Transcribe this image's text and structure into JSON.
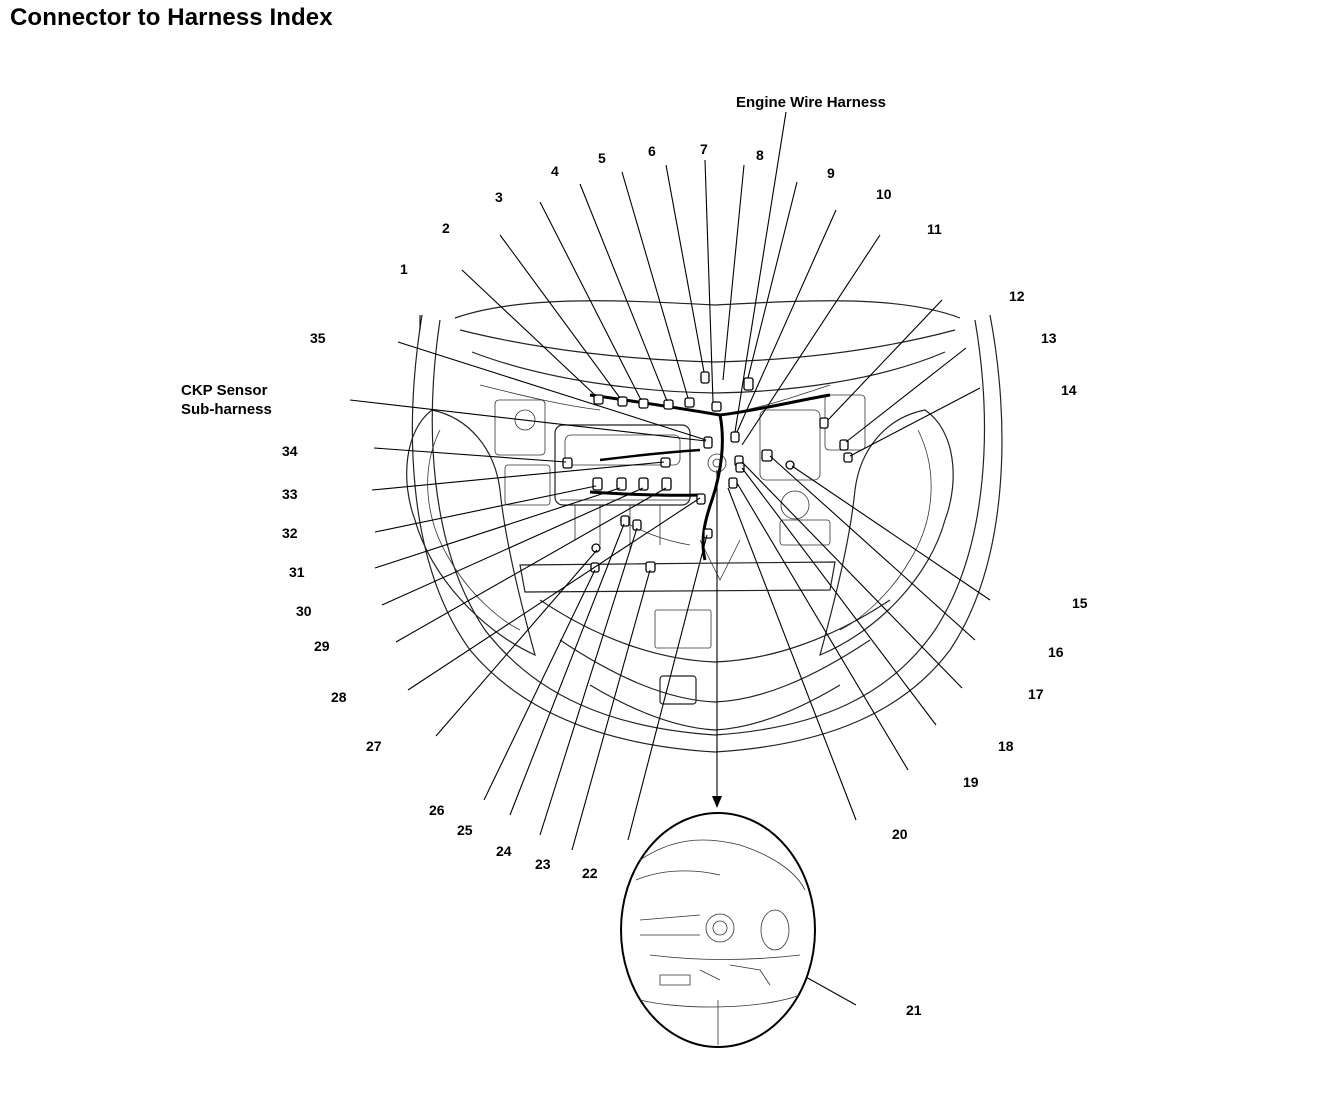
{
  "title": "Connector to Harness Index",
  "harness_labels": {
    "engine_wire_harness": "Engine Wire Harness",
    "ckp_sensor_line1": "CKP Sensor",
    "ckp_sensor_line2": "Sub-harness"
  },
  "callouts": [
    "1",
    "2",
    "3",
    "4",
    "5",
    "6",
    "7",
    "8",
    "9",
    "10",
    "11",
    "12",
    "13",
    "14",
    "15",
    "16",
    "17",
    "18",
    "19",
    "20",
    "21",
    "22",
    "23",
    "24",
    "25",
    "26",
    "27",
    "28",
    "29",
    "30",
    "31",
    "32",
    "33",
    "34",
    "35"
  ]
}
